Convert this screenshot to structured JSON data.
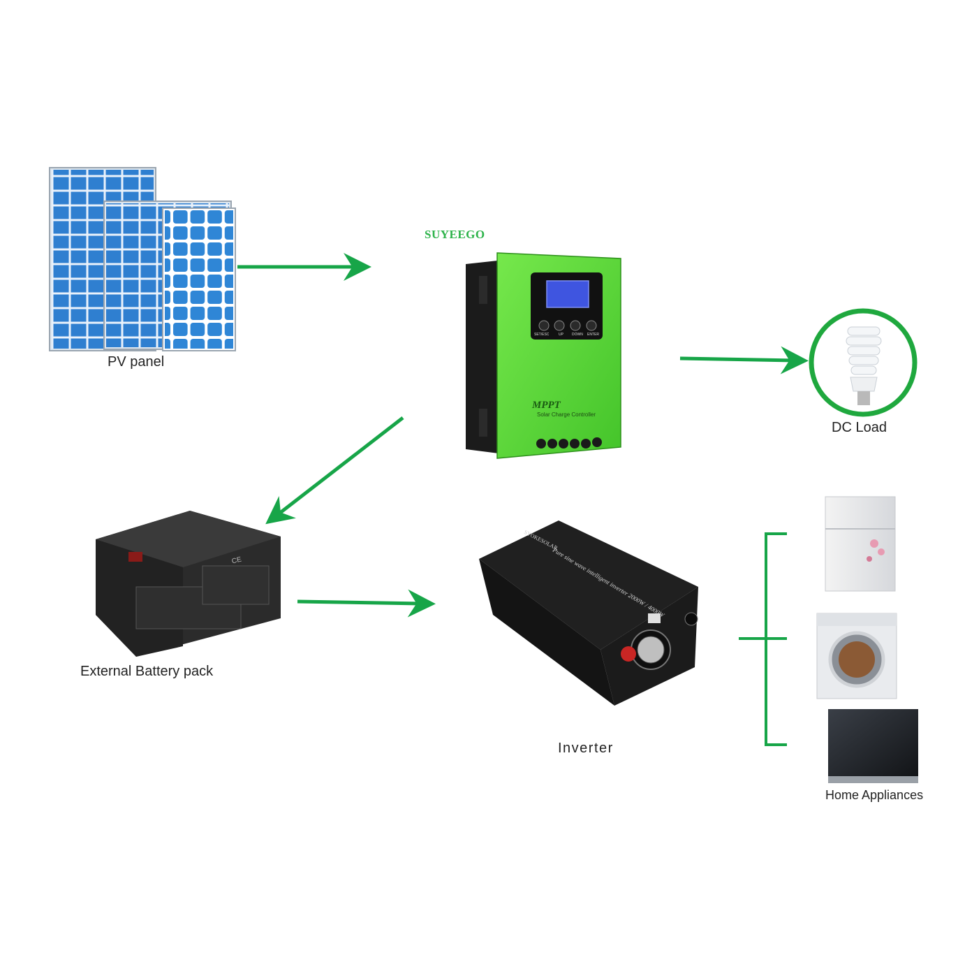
{
  "brand": "SUYEEGO",
  "labels": {
    "pv_panel": "PV panel",
    "dc_load": "DC Load",
    "battery": "External Battery pack",
    "inverter": "Inverter",
    "home_appliances": "Home Appliances"
  },
  "controller": {
    "buttons": [
      "SET/ESC",
      "UP",
      "DOWN",
      "ENTER"
    ],
    "logo": "MPPT",
    "subtitle": "Solar Charge Controller"
  },
  "inverter_device": {
    "brand_text": "SYOKESOLAR",
    "model_text": "Pure sine wave intelligent inverter 2000W / 4000W"
  },
  "battery_device": {
    "marks": "CE"
  },
  "colors": {
    "arrow": "#17a548",
    "controller_green": "#5bd63a",
    "panel_blue": "#2f7fd0",
    "brand_green": "#2db34a",
    "dc_load_ring": "#1fa83e"
  },
  "icons": [
    "solar-panel-icon",
    "charge-controller-icon",
    "light-bulb-icon",
    "battery-icon",
    "inverter-icon",
    "refrigerator-icon",
    "washing-machine-icon",
    "television-icon"
  ]
}
